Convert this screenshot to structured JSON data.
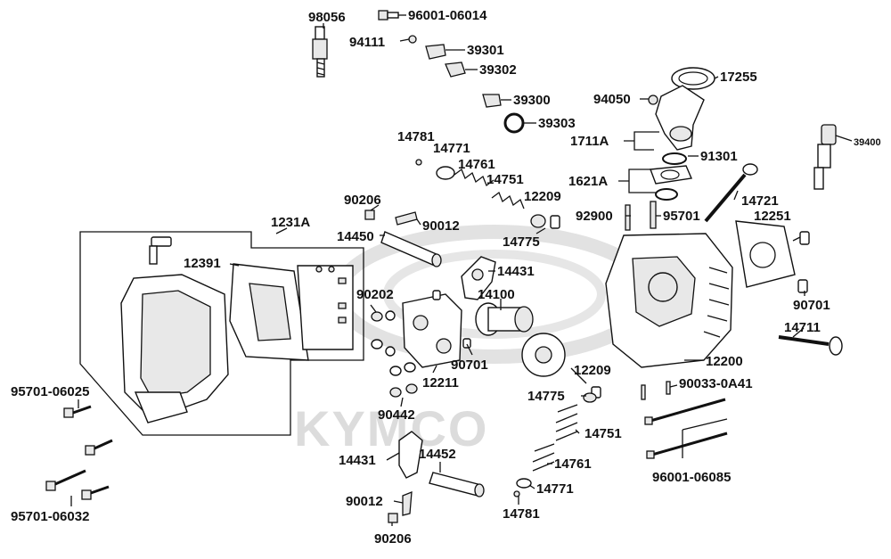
{
  "watermark": {
    "brand": "KYMCO"
  },
  "parts": {
    "p98056": "98056",
    "p96001_06014": "96001-06014",
    "p94111": "94111",
    "p39301": "39301",
    "p39302": "39302",
    "p17255": "17255",
    "p94050": "94050",
    "p39300": "39300",
    "p39303": "39303",
    "p1711A": "1711A",
    "p39400": "39400",
    "p14781_top": "14781",
    "p14771_top": "14771",
    "p14761_top": "14761",
    "p91301": "91301",
    "p14751_top": "14751",
    "p1621A": "1621A",
    "p12209_top": "12209",
    "p90206_top": "90206",
    "p14721": "14721",
    "p1231A": "1231A",
    "p90012_top": "90012",
    "p92900": "92900",
    "p95701": "95701",
    "p12251": "12251",
    "p14775_top": "14775",
    "p14450": "14450",
    "p12391": "12391",
    "p14431_top": "14431",
    "p90202": "90202",
    "p14100": "14100",
    "p90701_right": "90701",
    "p14711": "14711",
    "p90701_mid": "90701",
    "p12200": "12200",
    "p12211": "12211",
    "p12209_bot": "12209",
    "p95701_06025": "95701-06025",
    "p90033_0A41": "90033-0A41",
    "p14775_bot": "14775",
    "p90442": "90442",
    "p14751_bot": "14751",
    "p14452": "14452",
    "p14431_bot": "14431",
    "p14761_bot": "14761",
    "p96001_06085": "96001-06085",
    "p14771_bot": "14771",
    "p90012_bot": "90012",
    "p14781_bot": "14781",
    "p95701_06032": "95701-06032",
    "p90206_bot": "90206"
  }
}
